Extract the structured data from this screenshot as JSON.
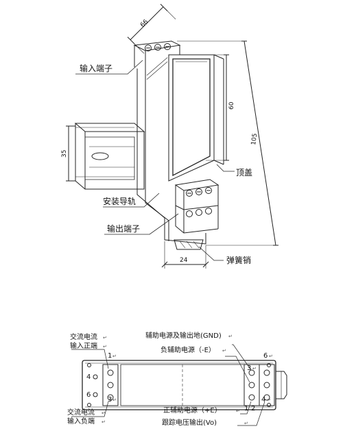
{
  "top_view": {
    "labels": {
      "input_terminal": "输入端子",
      "rail": "安装导轨",
      "output_terminal": "输出端子",
      "top_cover": "顶盖",
      "spring_pin": "弹簧销"
    },
    "dims": {
      "d66": "66",
      "d60": "60",
      "d105": "105",
      "d35": "35",
      "d24": "24"
    }
  },
  "wiring": {
    "left_top": [
      "交流电流",
      "输入正端"
    ],
    "left_bottom": [
      "交流电流",
      "输入负端"
    ],
    "right_labels": {
      "gnd": "辅助电源及输出地(GND)",
      "neg_e": "负辅助电源（-E）",
      "pos_e": "正辅助电源（+E）",
      "vo": "跟踪电压输出(Vo)"
    },
    "pins": {
      "p1": "1",
      "p3": "3",
      "p4": "4",
      "p6": "6",
      "p2": "2"
    },
    "ret_mark": "↵"
  }
}
